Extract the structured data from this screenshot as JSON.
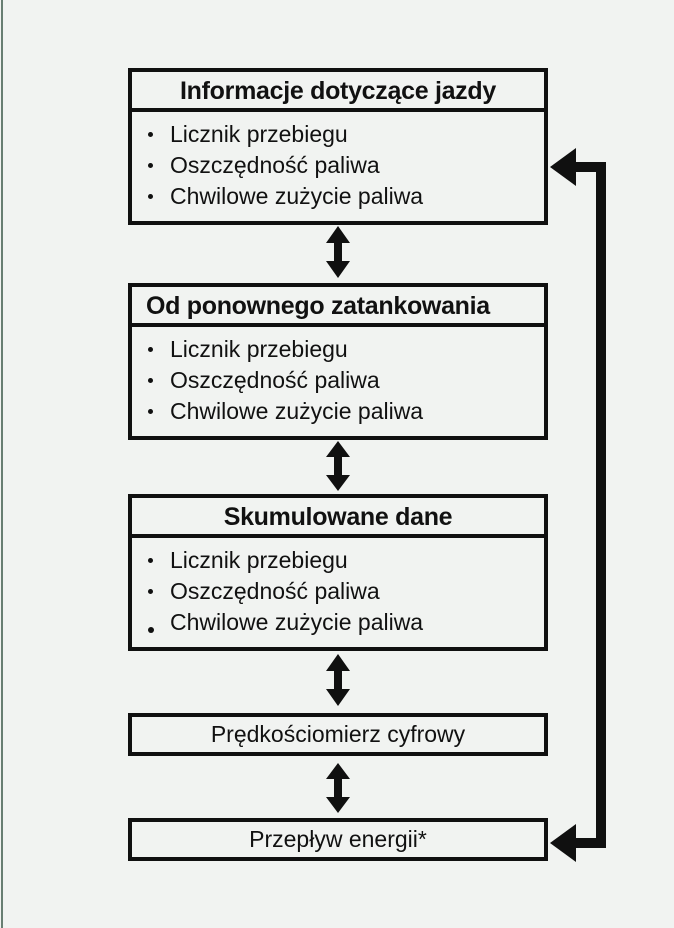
{
  "diagram": {
    "background_color": "#f1f3f1",
    "line_color": "#101010",
    "nodes": [
      {
        "id": "driving-information",
        "title": "Informacje dotyczące jazdy",
        "title_align": "center",
        "items": [
          "Licznik przebiegu",
          "Oszczędność paliwa",
          "Chwilowe zużycie paliwa"
        ]
      },
      {
        "id": "since-refuelling",
        "title": "Od ponownego zatankowania",
        "title_align": "left",
        "items": [
          "Licznik przebiegu",
          "Oszczędność paliwa",
          "Chwilowe zużycie paliwa"
        ]
      },
      {
        "id": "accumulated-data",
        "title": "Skumulowane dane",
        "title_align": "center",
        "items": [
          "Licznik przebiegu",
          "Oszczędność paliwa",
          "Chwilowe zużycie paliwa"
        ]
      }
    ],
    "plain_nodes": [
      {
        "id": "digital-speedometer",
        "label": "Prędkościomierz cyfrowy"
      },
      {
        "id": "energy-flow",
        "label": "Przepływ energii*"
      }
    ],
    "connectors": [
      {
        "id": "connector-1",
        "type": "double-arrow-vertical"
      },
      {
        "id": "connector-2",
        "type": "double-arrow-vertical"
      },
      {
        "id": "connector-3",
        "type": "double-arrow-vertical"
      },
      {
        "id": "connector-4",
        "type": "double-arrow-vertical"
      }
    ],
    "loop": {
      "id": "wrap-around-loop",
      "type": "bidirectional-loop",
      "from": "energy-flow",
      "to": "driving-information"
    }
  }
}
